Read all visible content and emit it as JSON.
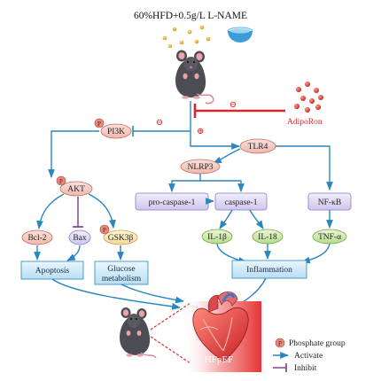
{
  "title": "60%HFD+0.5g/L L-NAME",
  "nodes": {
    "adiporon": "AdipoRon",
    "pi3k": "PI3K",
    "akt": "AKT",
    "tlr4": "TLR4",
    "nlrp3": "NLRP3",
    "pro_caspase": "pro-caspase-1",
    "caspase": "caspase-1",
    "nfkb": "NF-κB",
    "bcl2": "Bcl-2",
    "bax": "Bax",
    "gsk3b": "GSK3β",
    "il1b": "IL-1β",
    "il18": "IL-18",
    "tnfa": "TNF-α",
    "apoptosis": "Apoptosis",
    "glucose_1": "Glucose",
    "glucose_2": "metabolism",
    "inflammation": "Inflammation",
    "hfpef": "HFpEF"
  },
  "symbols": {
    "phospho": "P",
    "minus": "⊖",
    "plus": "⊕"
  },
  "legend": {
    "phosphate": "Phosphate group",
    "activate": "Activate",
    "inhibit": "Inhibit"
  },
  "colors": {
    "activate": "#2a86c0",
    "inhibit": "#7a3a8c",
    "adiporon": "#d9262b",
    "hfpef": "#e02020"
  }
}
